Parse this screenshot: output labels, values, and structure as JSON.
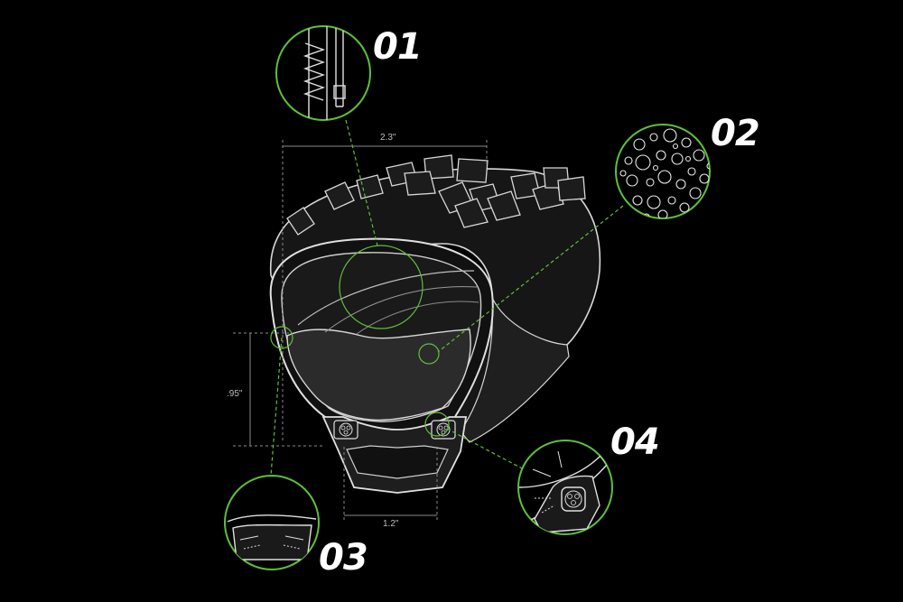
{
  "colors": {
    "background": "#000000",
    "outline": "#d8d8d8",
    "accent_green": "#5fbf3a",
    "dim_line": "#8a8a8a",
    "tire_fill": "#1b1b1b",
    "tire_inner": "#2a2a2a"
  },
  "callouts": [
    {
      "id": "01",
      "label": "01",
      "detail": "spring-sidewall-icon"
    },
    {
      "id": "02",
      "label": "02",
      "detail": "foam-cells-icon"
    },
    {
      "id": "03",
      "label": "03",
      "detail": "insert-pressure-icon"
    },
    {
      "id": "04",
      "label": "04",
      "detail": "bead-lock-icon"
    }
  ],
  "dimensions": {
    "width_top": "2.3\"",
    "height_left": ".95\"",
    "width_bottom": "1.2\""
  }
}
